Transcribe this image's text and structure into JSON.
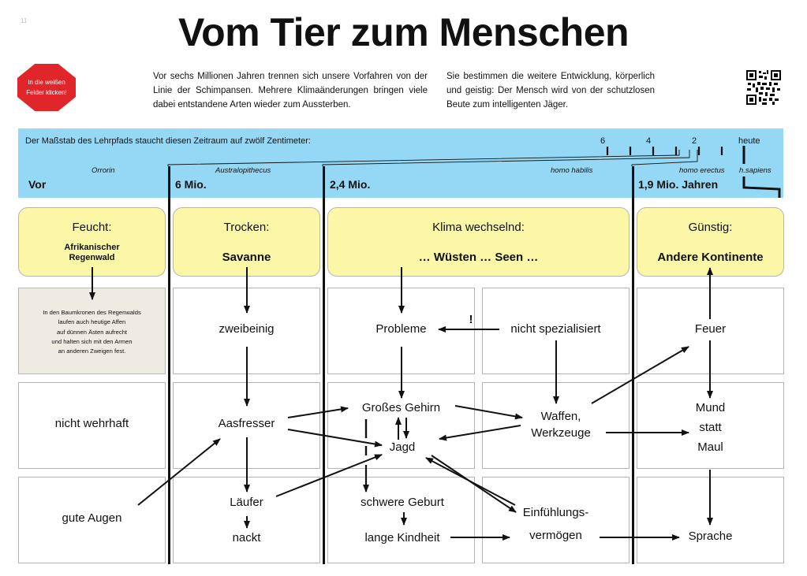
{
  "page_number": "11",
  "title": "Vom Tier zum Menschen",
  "stop_sign": {
    "line1": "In die weißen",
    "line2": "Felder klicken!"
  },
  "intro": {
    "left": "Vor sechs Millionen Jahren trennen sich unsere Vorfahren von der Linie der Schimpansen. Mehrere Klimaänderungen bringen viele dabei entstandene Arten wieder zum  Aussterben.",
    "right": "Sie bestimmen die weitere Entwicklung, körperlich und geistig: Der Mensch wird von der schutzlosen Beute zum intelligenten Jäger."
  },
  "timeline": {
    "scale_text": "Der Maßstab des Lehrpfads staucht diesen Zeitraum auf zwölf Zentimeter:",
    "numbers": [
      "6",
      "4",
      "2",
      "heute"
    ],
    "species": [
      "Orrorin",
      "Australopithecus",
      "homo habilis",
      "homo erectus",
      "h.sapiens"
    ],
    "eras": [
      "Vor",
      "6 Mio.",
      "2,4 Mio.",
      "1,9 Mio. Jahren"
    ]
  },
  "climate": [
    {
      "head": "Feucht:",
      "sub": "Afrikanischer Regenwald"
    },
    {
      "head": "Trocken:",
      "sub": "Savanne"
    },
    {
      "head": "Klima wechselnd:",
      "sub": "… Wüsten … Seen …"
    },
    {
      "head": "Günstig:",
      "sub": "Andere Kontinente"
    }
  ],
  "rainforest_note": [
    "In den Baumkronen des Regenwalds",
    "laufen auch heutige Affen",
    "auf dünnen Ästen aufrecht",
    "und halten sich mit den Armen",
    "an anderen Zweigen fest."
  ],
  "nodes": {
    "zweibeinig": "zweibeinig",
    "probleme": "Probleme",
    "exclaim": "!",
    "nicht_spezialisiert": "nicht spezialisiert",
    "feuer": "Feuer",
    "nicht_wehrhaft": "nicht wehrhaft",
    "aasfresser": "Aasfresser",
    "grosses_gehirn": "Großes Gehirn",
    "jagd": "Jagd",
    "waffen1": "Waffen,",
    "waffen2": "Werkzeuge",
    "mund": "Mund",
    "statt": "statt",
    "maul": "Maul",
    "gute_augen": "gute Augen",
    "laeufer": "Läufer",
    "nackt": "nackt",
    "schwere_geburt": "schwere Geburt",
    "lange_kindheit": "lange Kindheit",
    "einfuehlung1": "Einfühlungs-",
    "einfuehlung2": "vermögen",
    "sprache": "Sprache"
  },
  "colors": {
    "band": "#95d8f5",
    "climate_card": "#fbf7a7",
    "stop": "#e1262b",
    "note_card": "#eeebe2"
  }
}
